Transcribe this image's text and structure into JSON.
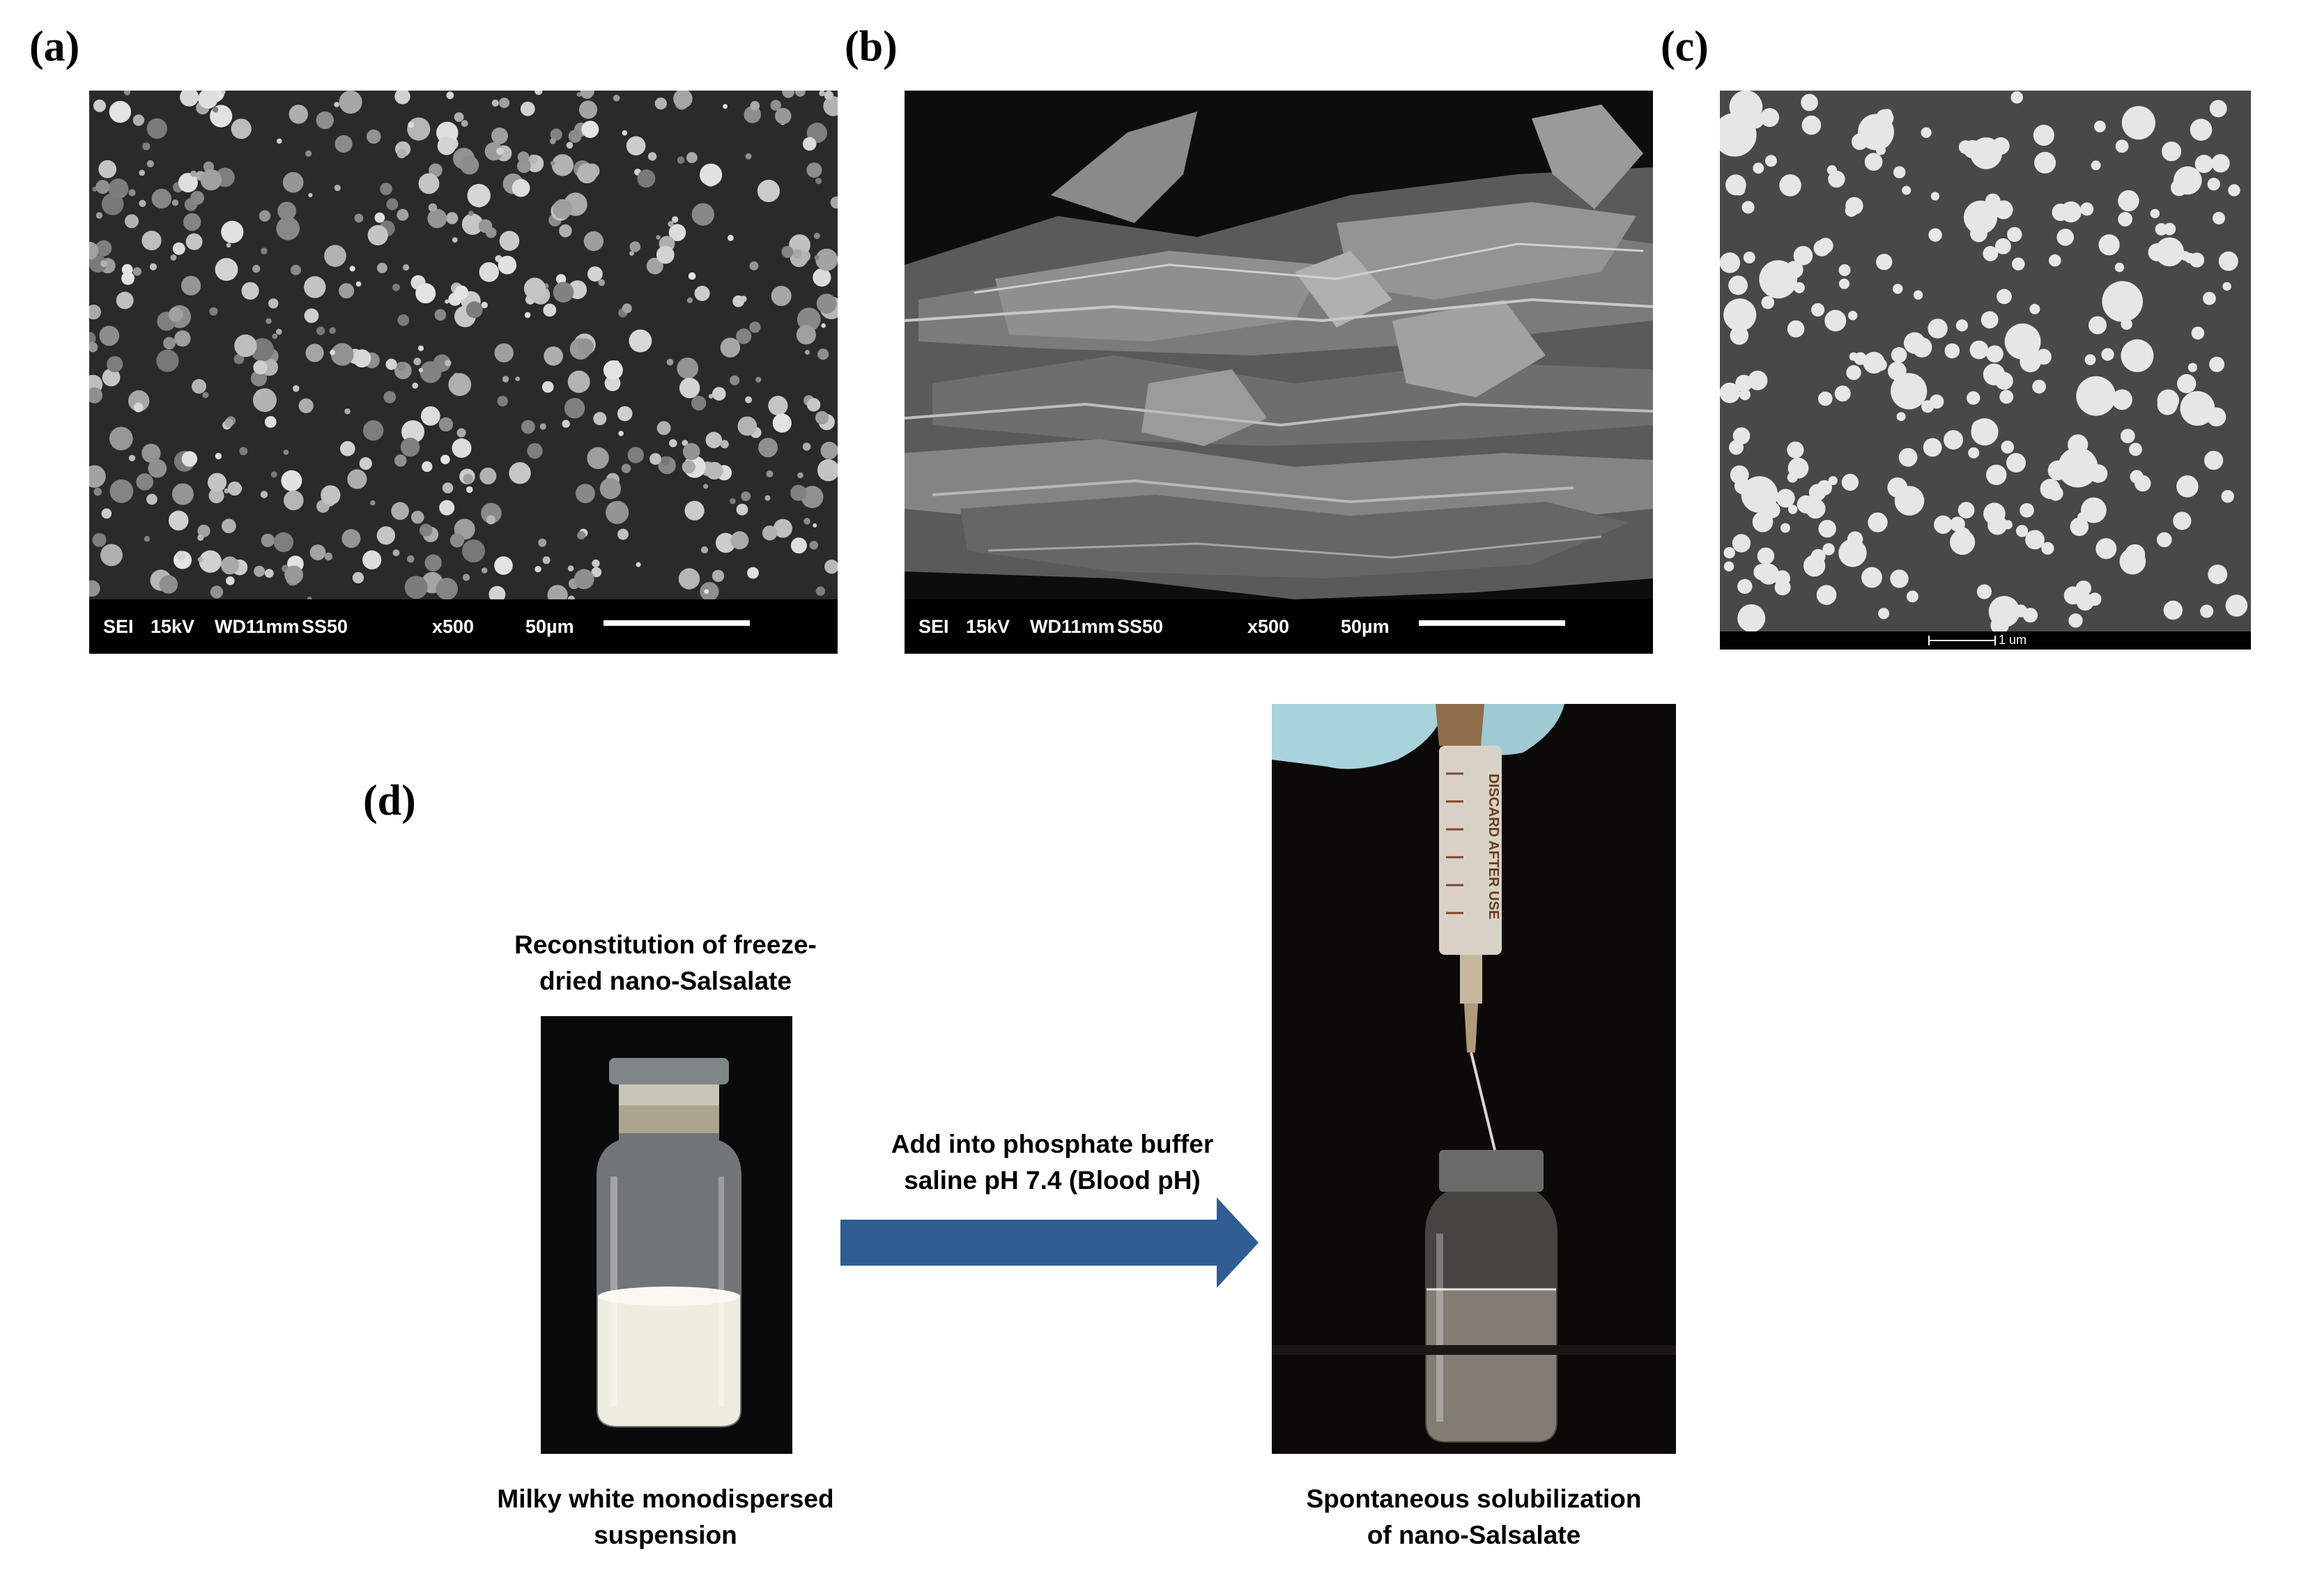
{
  "panels": {
    "a": {
      "label": "(a)",
      "sem": {
        "mode": "SEI",
        "voltage": "15kV",
        "wd": "WD11mm",
        "spot": "SS50",
        "mag": "x500",
        "scale": "50µm"
      }
    },
    "b": {
      "label": "(b)",
      "sem": {
        "mode": "SEI",
        "voltage": "15kV",
        "wd": "WD11mm",
        "spot": "SS50",
        "mag": "x500",
        "scale": "50µm"
      }
    },
    "c": {
      "label": "(c)",
      "scale": "1 um"
    },
    "d": {
      "label": "(d)",
      "left_top_caption": "Reconstitution of freeze-\ndried nano-Salsalate",
      "left_bottom_caption": "Milky white monodispersed\nsuspension",
      "arrow_text": "Add into phosphate buffer\nsaline pH 7.4 (Blood pH)",
      "right_bottom_caption": "Spontaneous solubilization\nof nano-Salsalate",
      "syringe_text": "DISCARD AFTER USE"
    }
  },
  "colors": {
    "arrow": "#2f5d94",
    "glove": "#a9d3dc",
    "suspension": "#efece0"
  }
}
